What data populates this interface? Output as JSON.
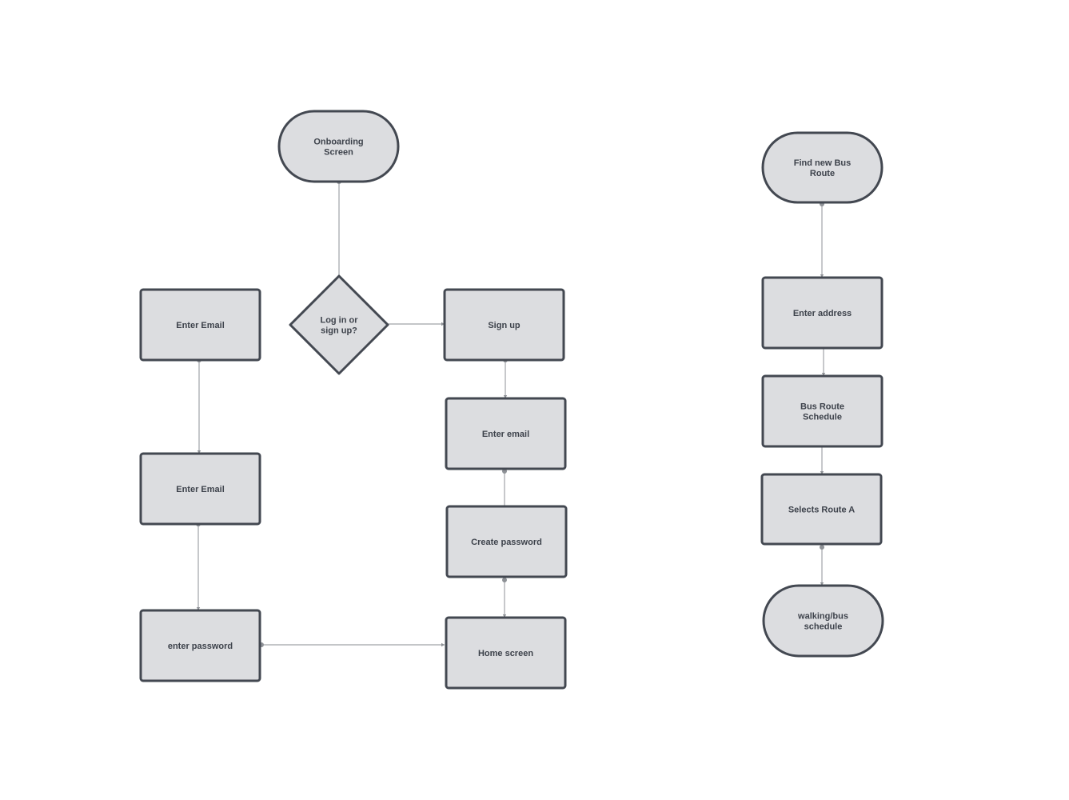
{
  "nodes": [
    {
      "id": "onboarding",
      "shape": "terminal",
      "lines": [
        "Onboarding",
        "Screen"
      ]
    },
    {
      "id": "login-signup",
      "shape": "decision",
      "lines": [
        "Log in or",
        "sign up?"
      ]
    },
    {
      "id": "enter-email-1",
      "shape": "process",
      "lines": [
        "Enter Email"
      ]
    },
    {
      "id": "enter-email-2",
      "shape": "process",
      "lines": [
        "Enter Email"
      ]
    },
    {
      "id": "enter-password",
      "shape": "process",
      "lines": [
        "enter password"
      ]
    },
    {
      "id": "sign-up",
      "shape": "process",
      "lines": [
        "Sign up"
      ]
    },
    {
      "id": "enter-email-signup",
      "shape": "process",
      "lines": [
        "Enter email"
      ]
    },
    {
      "id": "create-password",
      "shape": "process",
      "lines": [
        "Create password"
      ]
    },
    {
      "id": "home-screen",
      "shape": "process",
      "lines": [
        "Home screen"
      ]
    },
    {
      "id": "find-bus-route",
      "shape": "terminal",
      "lines": [
        "Find new Bus",
        "Route"
      ]
    },
    {
      "id": "enter-address",
      "shape": "process",
      "lines": [
        "Enter address"
      ]
    },
    {
      "id": "bus-route-schedule",
      "shape": "process",
      "lines": [
        "Bus Route",
        "Schedule"
      ]
    },
    {
      "id": "selects-route-a",
      "shape": "process",
      "lines": [
        "Selects Route A"
      ]
    },
    {
      "id": "walking-bus-schedule",
      "shape": "terminal",
      "lines": [
        "walking/bus",
        "schedule"
      ]
    }
  ],
  "edges": [
    {
      "from": "onboarding",
      "to": "login-signup"
    },
    {
      "from": "login-signup",
      "to": "sign-up"
    },
    {
      "from": "enter-email-1",
      "to": "enter-email-2"
    },
    {
      "from": "enter-email-2",
      "to": "enter-password"
    },
    {
      "from": "enter-password",
      "to": "home-screen"
    },
    {
      "from": "sign-up",
      "to": "enter-email-signup"
    },
    {
      "from": "enter-email-signup",
      "to": "create-password"
    },
    {
      "from": "create-password",
      "to": "home-screen"
    },
    {
      "from": "find-bus-route",
      "to": "enter-address"
    },
    {
      "from": "enter-address",
      "to": "bus-route-schedule"
    },
    {
      "from": "bus-route-schedule",
      "to": "selects-route-a"
    },
    {
      "from": "selects-route-a",
      "to": "walking-bus-schedule"
    }
  ]
}
